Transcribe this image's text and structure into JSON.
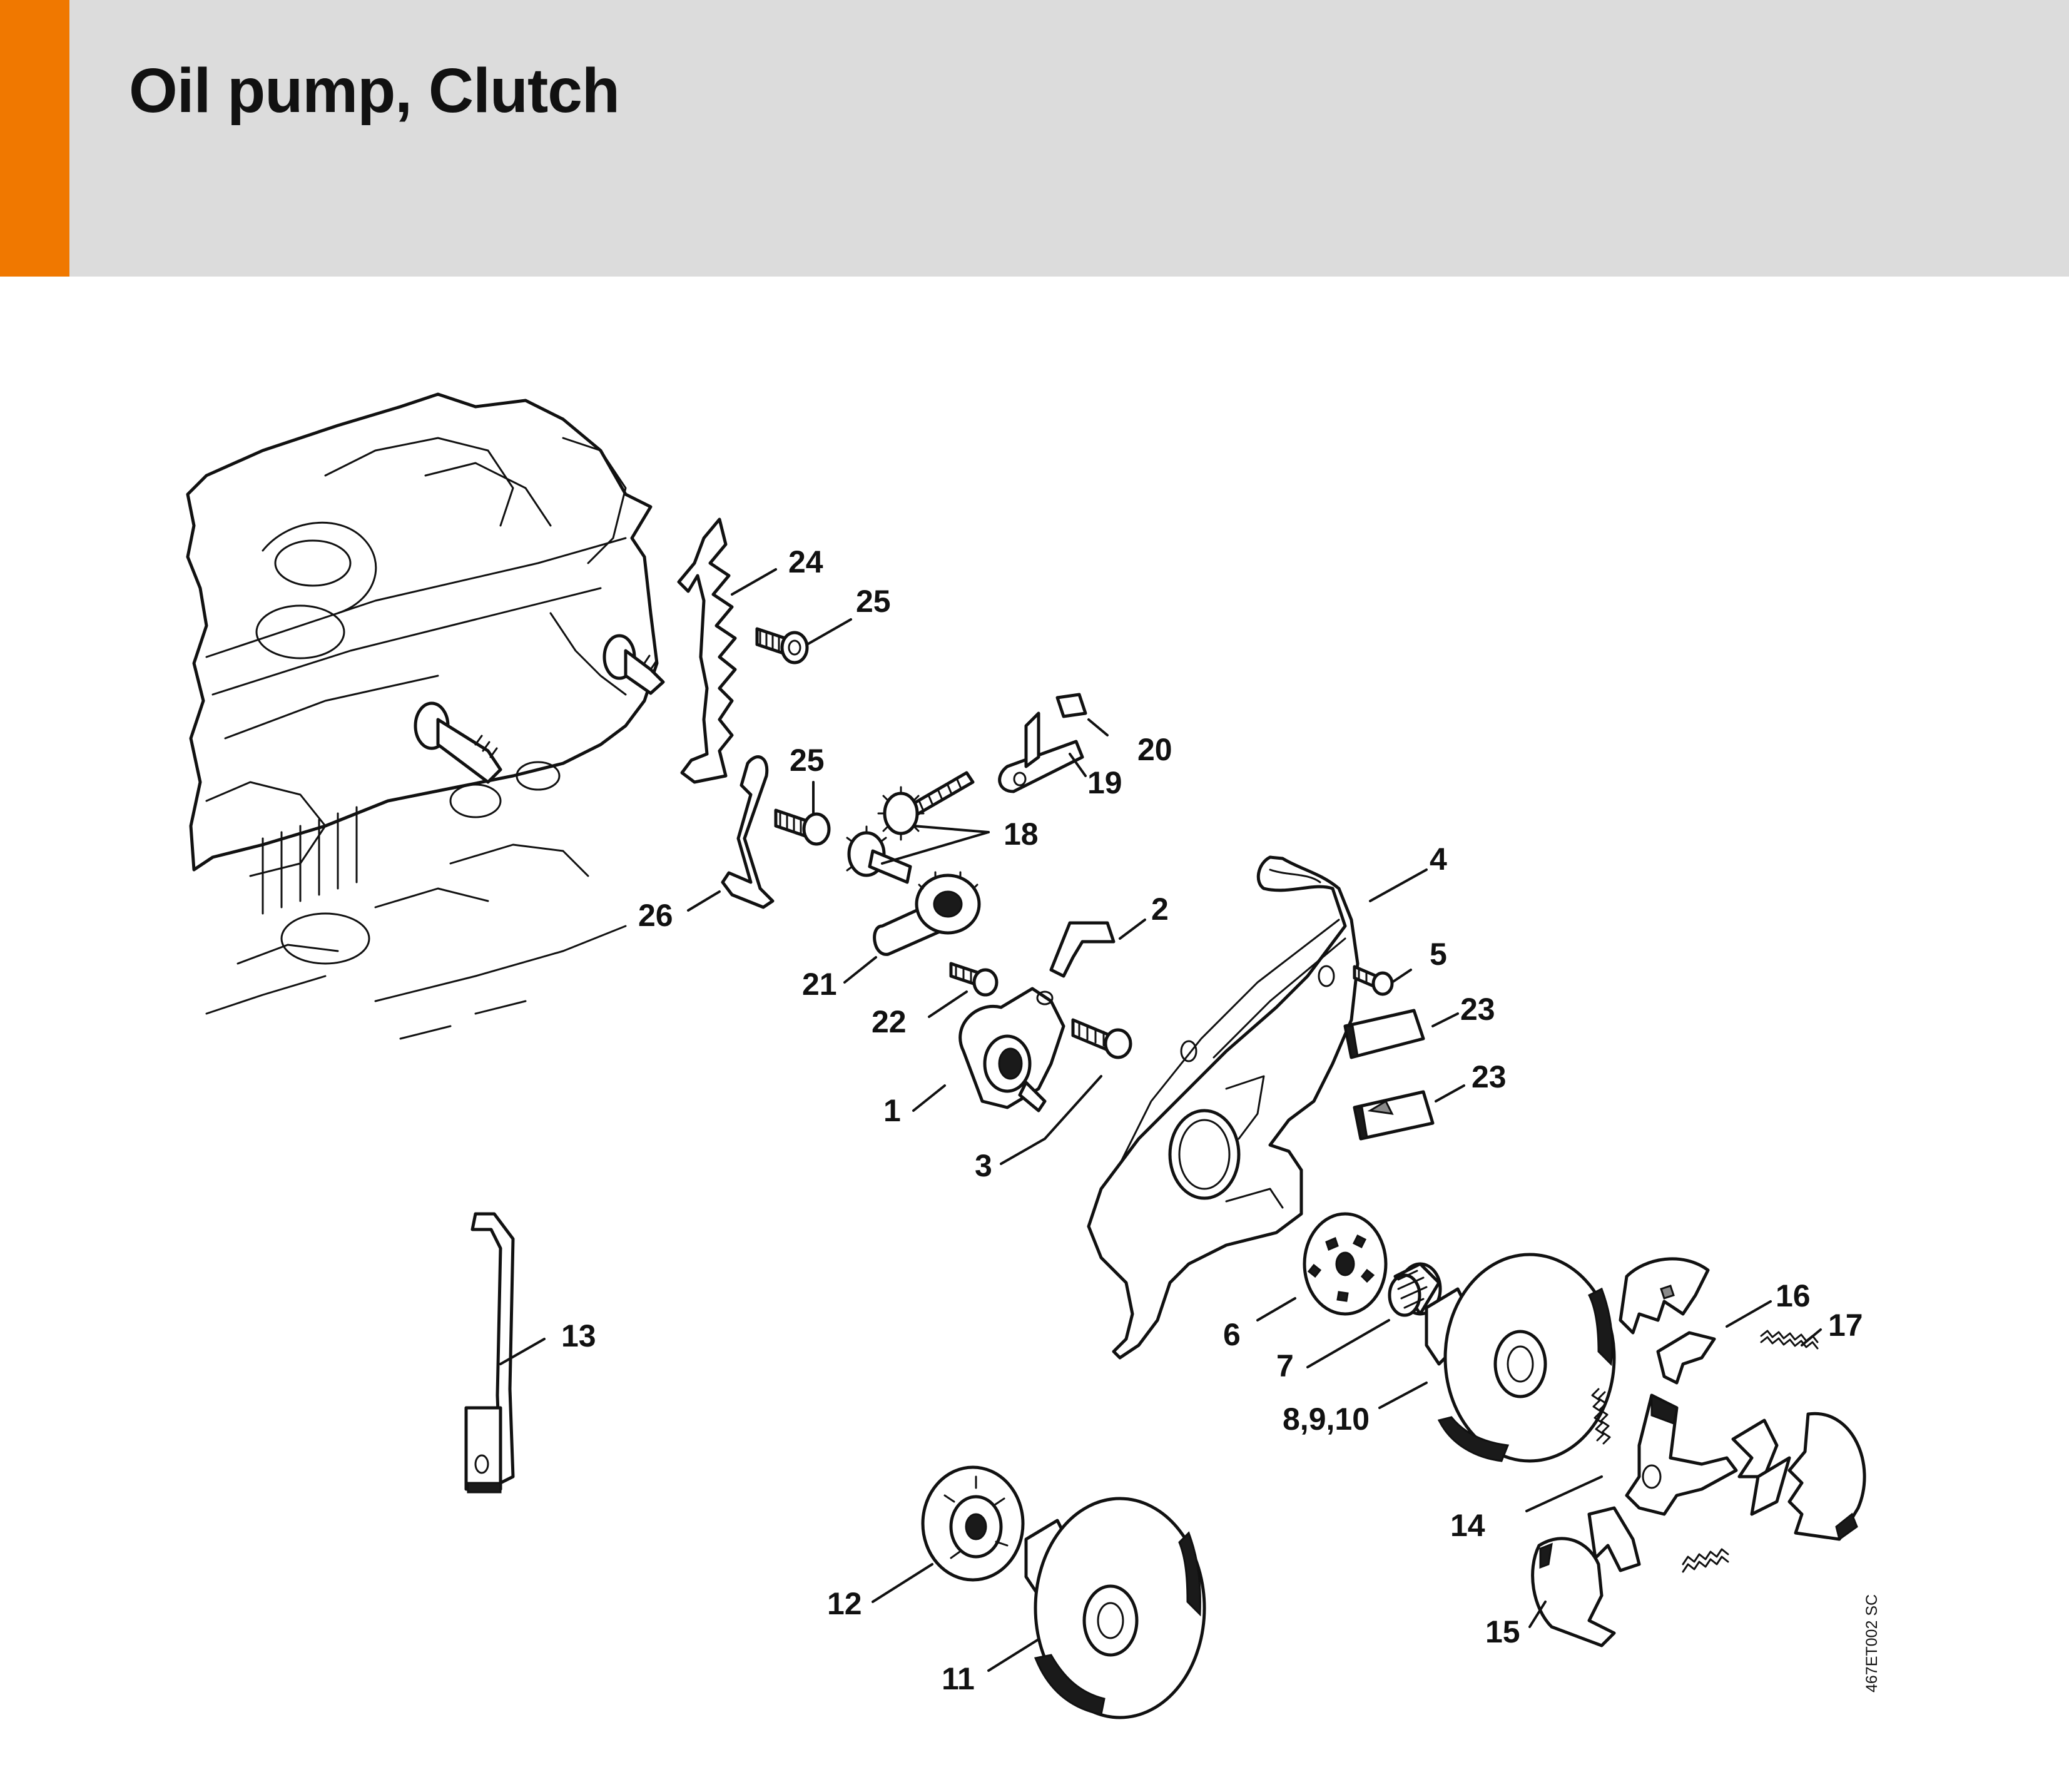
{
  "header": {
    "title": "Oil pump, Clutch",
    "accent_color": "#f07800",
    "background_color": "#dcdcdc"
  },
  "diagram": {
    "drawing_code": "467ET002 SC",
    "callouts": [
      {
        "id": "c24",
        "label": "24"
      },
      {
        "id": "c25a",
        "label": "25"
      },
      {
        "id": "c20",
        "label": "20"
      },
      {
        "id": "c19",
        "label": "19"
      },
      {
        "id": "c25b",
        "label": "25"
      },
      {
        "id": "c18",
        "label": "18"
      },
      {
        "id": "c4",
        "label": "4"
      },
      {
        "id": "c2",
        "label": "2"
      },
      {
        "id": "c26",
        "label": "26"
      },
      {
        "id": "c5",
        "label": "5"
      },
      {
        "id": "c21",
        "label": "21"
      },
      {
        "id": "c23a",
        "label": "23"
      },
      {
        "id": "c22",
        "label": "22"
      },
      {
        "id": "c23b",
        "label": "23"
      },
      {
        "id": "c1",
        "label": "1"
      },
      {
        "id": "c3",
        "label": "3"
      },
      {
        "id": "c16",
        "label": "16"
      },
      {
        "id": "c17",
        "label": "17"
      },
      {
        "id": "c13",
        "label": "13"
      },
      {
        "id": "c6",
        "label": "6"
      },
      {
        "id": "c7",
        "label": "7"
      },
      {
        "id": "c8910",
        "label": "8,9,10"
      },
      {
        "id": "c14",
        "label": "14"
      },
      {
        "id": "c12",
        "label": "12"
      },
      {
        "id": "c15",
        "label": "15"
      },
      {
        "id": "c11",
        "label": "11"
      }
    ]
  }
}
